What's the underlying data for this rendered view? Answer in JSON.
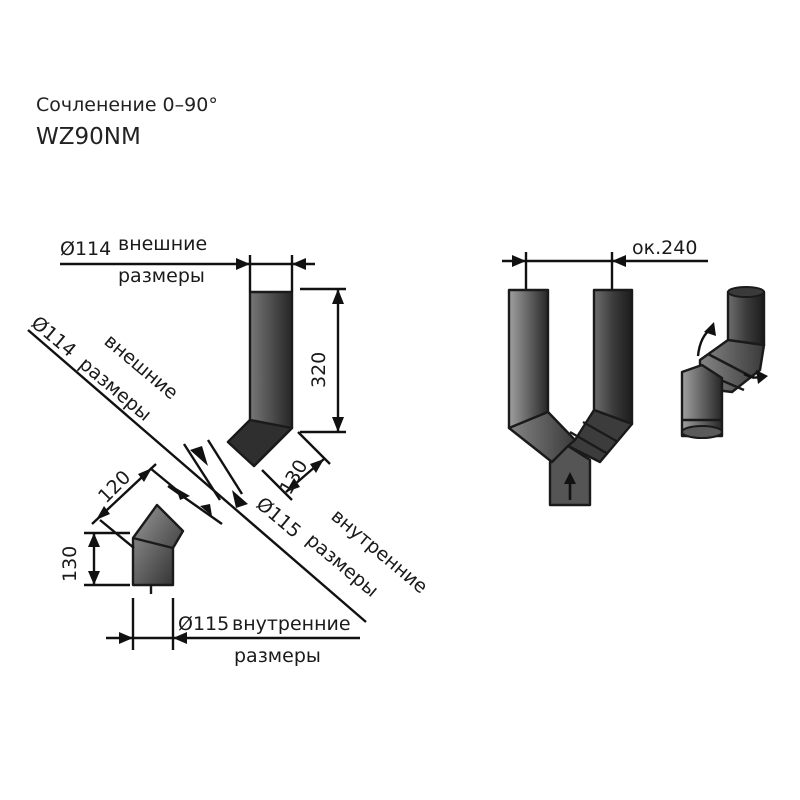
{
  "title": {
    "line1": "Сочленение 0–90°",
    "line2": "WZ90NM"
  },
  "labels": {
    "outer_dia": "Ø114",
    "outer_word1": "внешние",
    "outer_word2": "размеры",
    "inner_dia": "Ø115",
    "inner_word1": "внутренние",
    "inner_word2": "размеры",
    "height_long": "320",
    "height_mid": "130",
    "dim_120": "120",
    "height_short": "130",
    "approx_width": "ок.240"
  },
  "colors": {
    "pipe_light": "#8c8c8c",
    "pipe_dark": "#2e2e2e",
    "pipe_mid": "#5a5a5a",
    "line": "#111111"
  }
}
